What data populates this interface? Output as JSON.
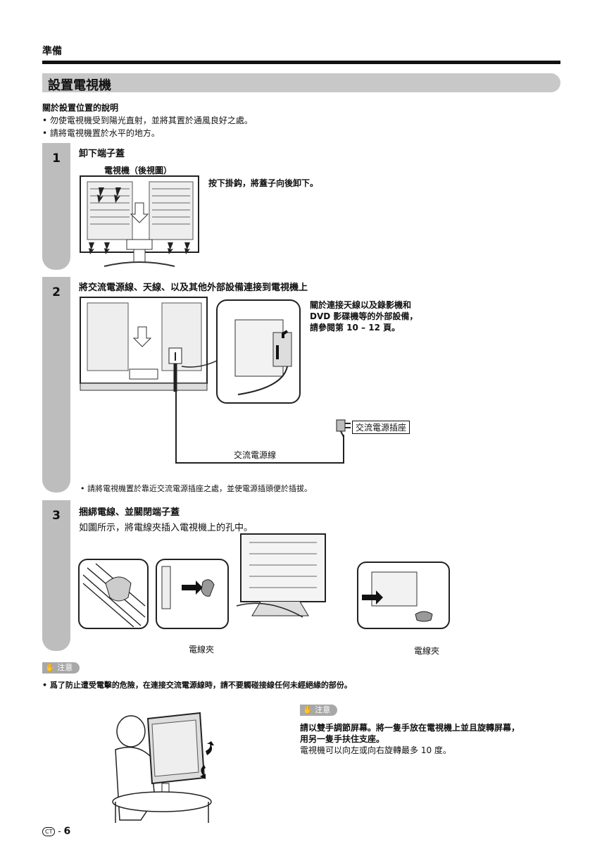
{
  "header": {
    "section": "準備",
    "title": "設置電視機"
  },
  "intro": {
    "heading": "關於設置位置的說明",
    "bullets": [
      "• 勿使電視機受到陽光直射，並將其置於通風良好之處。",
      "• 請將電視機置於水平的地方。"
    ]
  },
  "steps": [
    {
      "number": "1",
      "title": "卸下端子蓋",
      "diagram_label": "電視機（後視圖）",
      "note": "按下掛鈎，將蓋子向後卸下。"
    },
    {
      "number": "2",
      "title": "將交流電源線、天線、以及其他外部設備連接到電視機上",
      "note_lines": [
        "關於連接天線以及錄影機和",
        "DVD 影碟機等的外部設備，",
        "請參閱第 10 – 12 頁。"
      ],
      "outlet_label": "交流電源插座",
      "cord_label": "交流電源線",
      "bullet": "• 請將電視機置於靠近交流電源插座之處，並使電源插頭便於插拔。"
    },
    {
      "number": "3",
      "title": "捆綁電線、並關閉端子蓋",
      "description": "如圖所示，將電線夾插入電視機上的孔中。",
      "clip_label_left": "電線夾",
      "clip_label_right": "電線夾"
    }
  ],
  "caution": {
    "badge": "注意",
    "text": "• 爲了防止遭受電擊的危險，在連接交流電源線時，請不要觸碰接線任何未經絕緣的部份。"
  },
  "caution2": {
    "badge": "注意",
    "bold_line1": "請以雙手調節屏幕。將一隻手放在電視機上並且旋轉屏幕，",
    "bold_line2": "用另一隻手扶住支座。",
    "normal_line": "電視機可以向左或向右旋轉最多 10 度。"
  },
  "footer": {
    "lang_code": "CT",
    "sep": "-",
    "page": "6"
  }
}
